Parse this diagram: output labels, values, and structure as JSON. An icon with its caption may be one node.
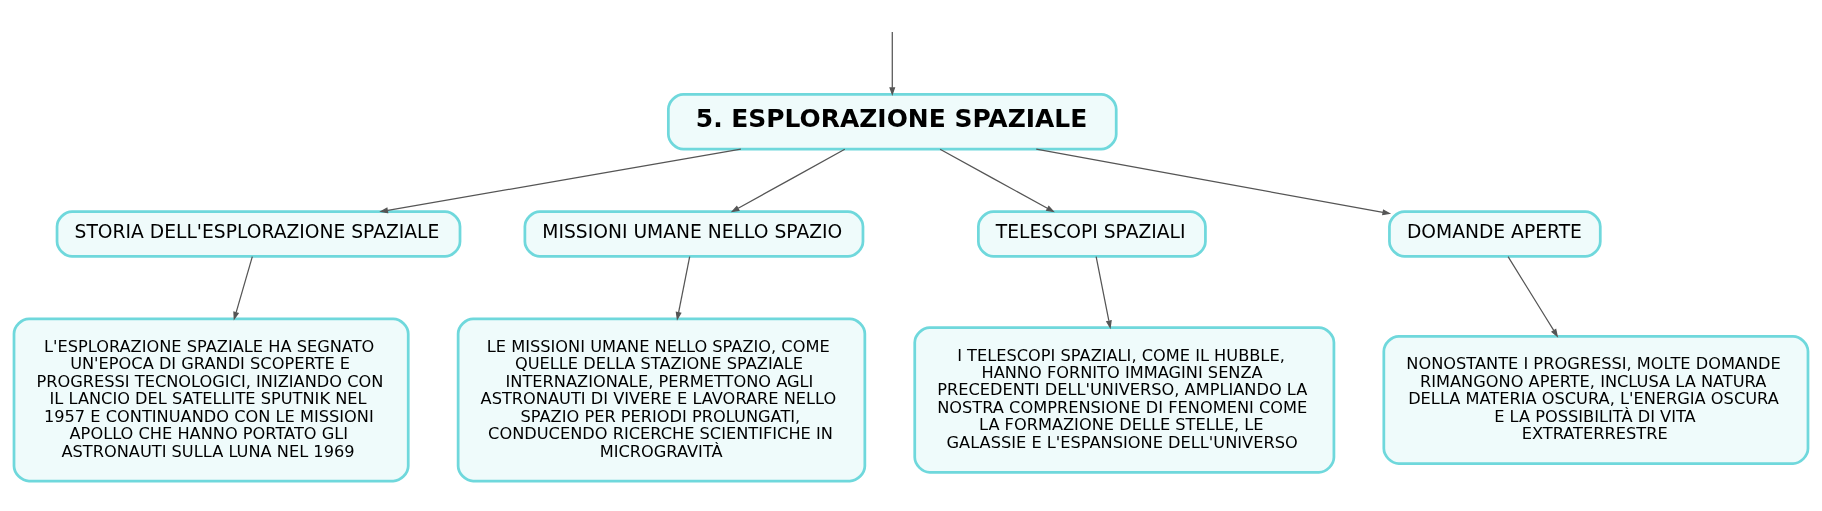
{
  "diagram": {
    "nodes": [
      {
        "text": [
          "5. ESPLORAZIONE SPAZIALE"
        ]
      },
      {
        "text": [
          "STORIA DELL'ESPLORAZIONE SPAZIALE"
        ]
      },
      {
        "text": [
          "MISSIONI UMANE NELLO SPAZIO"
        ]
      },
      {
        "text": [
          "TELESCOPI SPAZIALI"
        ]
      },
      {
        "text": [
          "DOMANDE APERTE"
        ]
      },
      {
        "text": [
          "L'ESPLORAZIONE SPAZIALE HA SEGNATO UN'EPOCA DI GRANDI SCOPERTE E PROGRESSI TECNOLOGICI, INIZIANDO CON IL LANCIO DEL SATELLITE SPUTNIK NEL 1957 E CONTINUANDO CON LE MISSIONI APOLLO CHE HANNO PORTATO GLI ASTRONAUTI SULLA LUNA NEL 1969"
        ]
      },
      {
        "text": [
          "LE MISSIONI UMANE NELLO SPAZIO, COME QUELLE DELLA STAZIONE SPAZIALE INTERNAZIONALE, PERMETTONO AGLI ASTRONAUTI DI VIVERE E LAVORARE NELLO SPAZIO PER PERIODI PROLUNGATI, CONDUCENDO RICERCHE SCIENTIFICHE IN MICROGRAVITÀ"
        ]
      },
      {
        "text": [
          "I TELESCOPI SPAZIALI, COME IL HUBBLE, HANNO FORNITO IMMAGINI SENZA PRECEDENTI DELL'UNIVERSO, AMPLIANDO LA NOSTRA COMPRENSIONE DI FENOMENI COME LA FORMAZIONE DELLE STELLE, LE GALASSIE E L'ESPANSIONE DELL'UNIVERSO"
        ]
      },
      {
        "text": [
          "NONOSTANTE I PROGRESSI, MOLTE DOMANDE RIMANGONO APERTE, INCLUSA LA NATURA DELLA MATERIA OSCURA, L'ENERGIA OSCURA E LA POSSIBILITÀ DI VITA EXTRATERRESTRE"
        ]
      }
    ],
    "edges": [
      {
        "from": null,
        "to": 0,
        "arrow": "to"
      },
      {
        "from": 0,
        "to": 1,
        "arrow": "to"
      },
      {
        "from": 0,
        "to": 2,
        "arrow": "to"
      },
      {
        "from": 0,
        "to": 3,
        "arrow": "to"
      },
      {
        "from": 0,
        "to": 4,
        "arrow": "to"
      },
      {
        "from": 1,
        "to": 5,
        "arrow": "to"
      },
      {
        "from": 2,
        "to": 6,
        "arrow": "to"
      },
      {
        "from": 3,
        "to": 7,
        "arrow": "to"
      },
      {
        "from": 4,
        "to": 8,
        "arrow": "to"
      }
    ]
  }
}
